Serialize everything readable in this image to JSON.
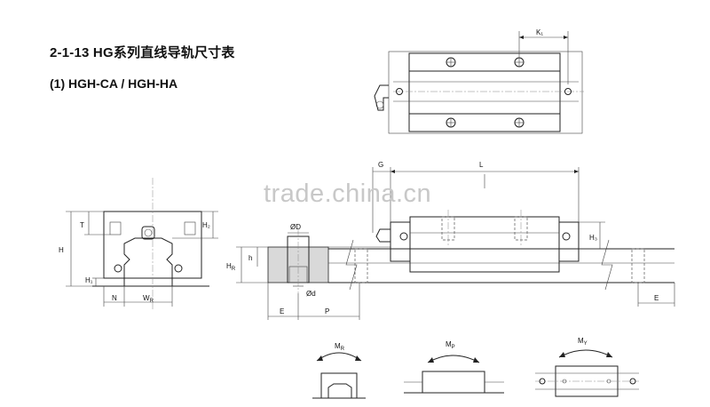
{
  "title": "2-1-13 HG系列直线导轨尺寸表",
  "subtitle": "(1) HGH-CA / HGH-HA",
  "watermark": "trade.china.cn",
  "labels": {
    "K1": "K₁",
    "H": "H",
    "T": "T",
    "H2": "H₂",
    "H1": "H₁",
    "N": "N",
    "WR": "W",
    "WR_sub": "R",
    "HR": "H",
    "HR_sub": "R",
    "h": "h",
    "OD": "ØD",
    "Od": "Ød",
    "E_left": "E",
    "P": "P",
    "G": "G",
    "L": "L",
    "H3": "H₃",
    "E_right": "E",
    "MR": "M",
    "MR_sub": "R",
    "MP": "M",
    "MP_sub": "P",
    "MY": "M",
    "MY_sub": "Y"
  },
  "colors": {
    "ink": "#222222",
    "section": "#d9d9d9",
    "watermark": "#c8c8c8"
  }
}
